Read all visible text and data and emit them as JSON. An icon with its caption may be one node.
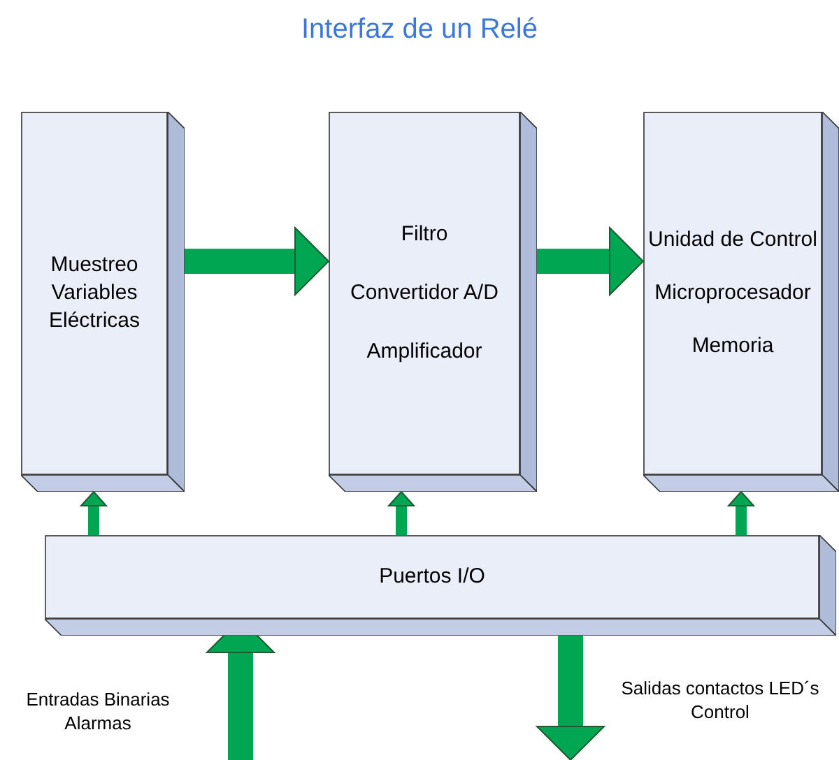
{
  "diagram": {
    "title": "Interfaz de un Relé",
    "nodes": [
      {
        "text": [
          "Muestreo Variables Eléctricas"
        ]
      },
      {
        "text": [
          "Filtro",
          "Convertidor A/D",
          "Amplificador"
        ]
      },
      {
        "text": [
          "Unidad de Control",
          "Microprocesador",
          "Memoria"
        ]
      },
      {
        "text": [
          "Puertos I/O"
        ]
      }
    ],
    "edges": [
      {
        "from": 0,
        "to": 1,
        "arrow": "to"
      },
      {
        "from": 1,
        "to": 2,
        "arrow": "to"
      },
      {
        "from": 3,
        "to": 0,
        "arrow": "to"
      },
      {
        "from": 3,
        "to": 1,
        "arrow": "to"
      },
      {
        "from": 3,
        "to": 2,
        "arrow": "to"
      },
      {
        "from": null,
        "to": 3,
        "arrow": "to"
      },
      {
        "from": 3,
        "to": null,
        "arrow": "to"
      }
    ],
    "labels": [
      "Entradas Binarias Alarmas",
      "Salidas contactos LED´s Control"
    ]
  }
}
